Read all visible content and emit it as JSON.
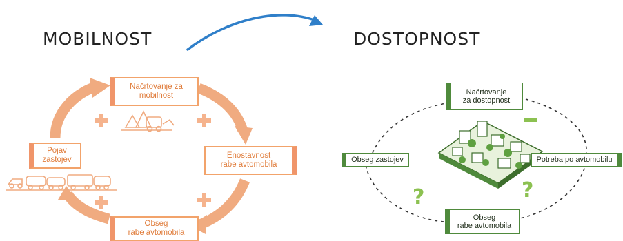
{
  "titles": {
    "left": "MOBILNOST",
    "right": "DOSTOPNOST"
  },
  "mobility_cycle": {
    "planning": "Načrtovanje za\nmobilnost",
    "ease": "Enostavnost\nrabe avtomobila",
    "volume": "Obseg\nrabe avtomobila",
    "congestion": "Pojav\nzastojev",
    "signs": [
      "+",
      "+",
      "+",
      "+"
    ]
  },
  "accessibility_cycle": {
    "planning": "Načrtovanje\nza dostopnost",
    "need": "Potreba po avtomobilu",
    "volume": "Obseg\nrabe avtomobila",
    "congestion": "Obseg zastojev",
    "signs": [
      "–",
      "?",
      "?"
    ]
  },
  "colors": {
    "arrow_blue": "#2f7fc9",
    "orange": "#f0a172",
    "green": "#4f8a3c",
    "light_green": "#8cc151"
  }
}
